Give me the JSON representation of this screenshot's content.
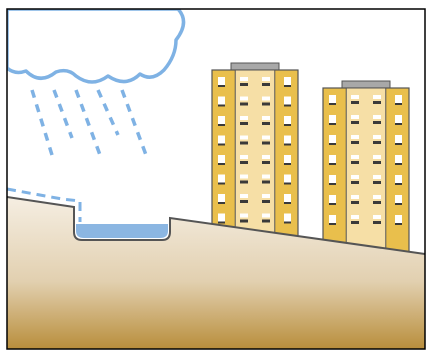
{
  "scene": {
    "icons": {
      "cloud": "rain-cloud-icon",
      "rain": "rain-streaks",
      "pond": "retention-pond",
      "ground": "sloped-ground",
      "building": "apartment-building-icon"
    },
    "colors": {
      "frame": "#000000",
      "sky": "#ffffff",
      "cloud_stroke": "#7fb2e4",
      "rain": "#7fb2e4",
      "water": "#8bb6e2",
      "ground_top": "#f5eee2",
      "ground_mid": "#e2d0b0",
      "ground_bottom": "#b88d3a",
      "ground_outline": "#555555",
      "building_body": "#e9bf4c",
      "building_center": "#f6dfa6",
      "building_outline": "#555555",
      "roof": "#a8a8a8",
      "window": "#ffffff",
      "window_dark": "#3a3a3a"
    }
  }
}
